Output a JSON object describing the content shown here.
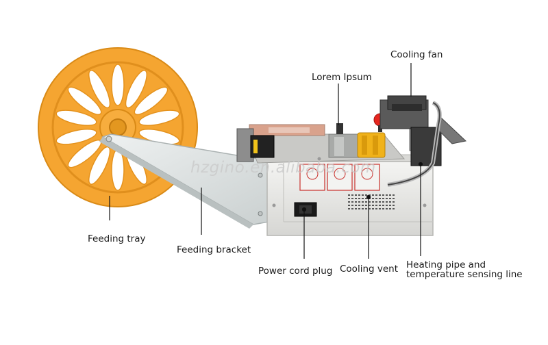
{
  "watermark": "hzgino.en.alibaba.com",
  "labels": {
    "cooling_fan": "Cooling fan",
    "lorem_ipsum": "Lorem Ipsum",
    "feeding_tray": "Feeding tray",
    "feeding_bracket": "Feeding bracket",
    "power_cord_plug": "Power cord plug",
    "cooling_vent": "Cooling vent",
    "heating_pipe_line1": "Heating pipe and",
    "heating_pipe_line2": "temperature sensing line"
  },
  "colors": {
    "wheel": "#f5a531",
    "wheel_dark": "#d98a16",
    "machine_body": "#e9e9e7",
    "bracket": "#dfe3e3",
    "leader_line": "#111111",
    "emergency_button": "#e6261f",
    "yellow_part": "#f0b21a"
  }
}
